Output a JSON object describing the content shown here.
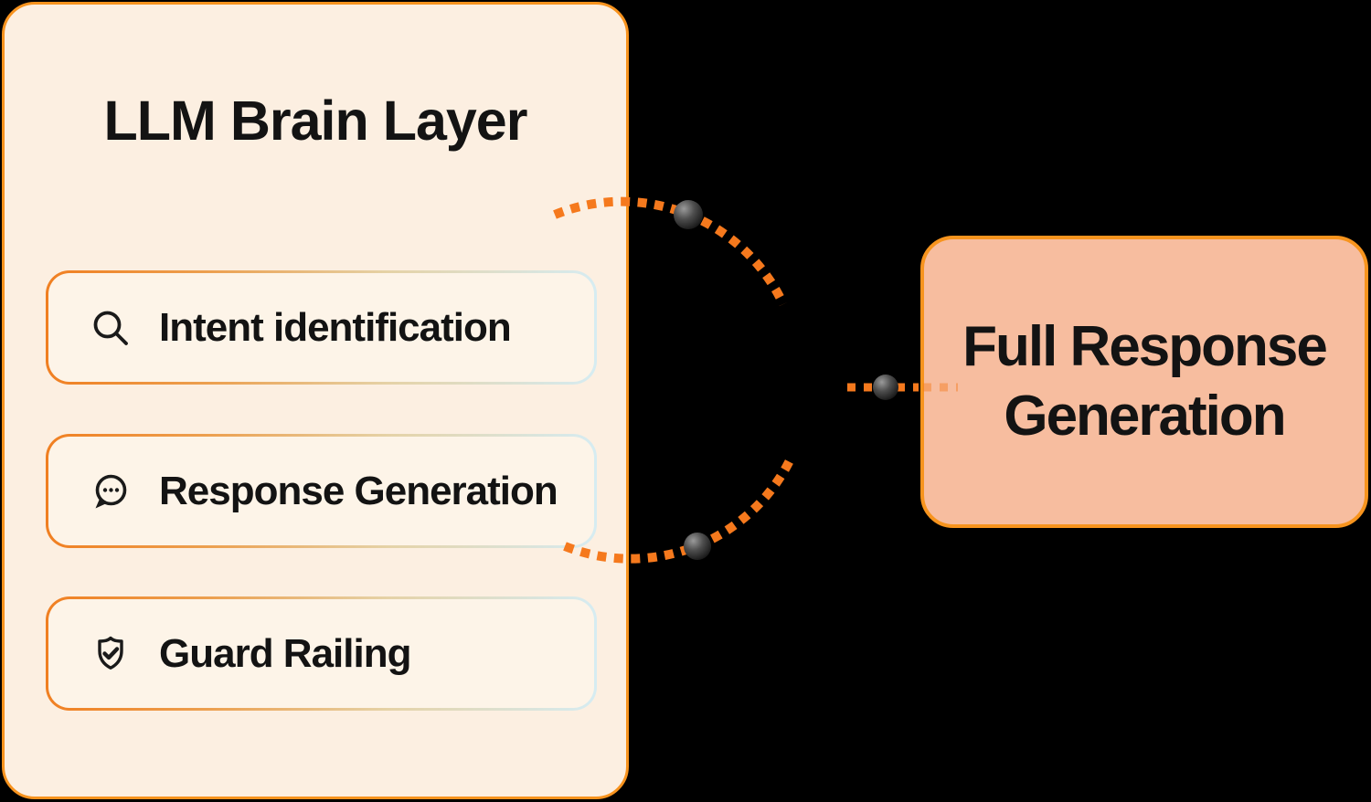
{
  "canvas": {
    "background_color": "#000000"
  },
  "left_panel": {
    "title": "LLM Brain Layer",
    "fill_color": "#FCEFE1",
    "border_color": "#F7931E",
    "item_fill_color": "#FDF4E8",
    "item_border_gradient": [
      "#F07F21",
      "#E5D2A6",
      "#D6ECF2"
    ],
    "items": [
      {
        "label": "Intent identification",
        "icon": "search-icon"
      },
      {
        "label": "Response Generation",
        "icon": "chat-bubble-icon"
      },
      {
        "label": "Guard Railing",
        "icon": "shield-check-icon"
      }
    ]
  },
  "right_panel": {
    "title_line1": "Full Response",
    "title_line2": "Generation",
    "fill_color": "#F7BD9F",
    "border_color": "#F7941E"
  },
  "connectors": {
    "style": "dotted",
    "dash_color": "#F5791D",
    "node_shape": "sphere",
    "node_gradient": [
      "#9A9A9A",
      "#4E4E4E",
      "#101010"
    ],
    "count_nodes": 3
  }
}
